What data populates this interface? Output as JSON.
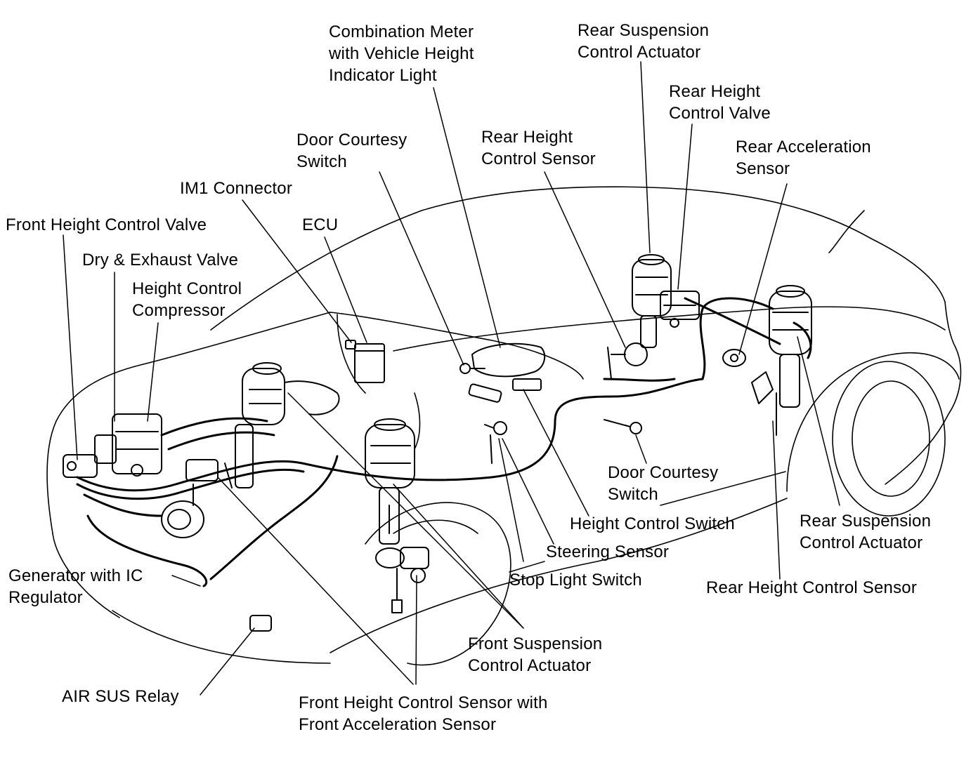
{
  "labels": {
    "combination_meter": [
      "Combination Meter",
      "with Vehicle Height",
      "Indicator Light"
    ],
    "rear_susp_actuator_top": [
      "Rear Suspension",
      "Control Actuator"
    ],
    "rear_height_valve": [
      "Rear Height",
      "Control Valve"
    ],
    "rear_accel_sensor": [
      "Rear Acceleration",
      "Sensor"
    ],
    "door_courtesy_top": [
      "Door Courtesy",
      "Switch"
    ],
    "rear_height_sensor_top": [
      "Rear Height",
      "Control Sensor"
    ],
    "im1_connector": [
      "IM1 Connector"
    ],
    "front_height_valve": [
      "Front Height Control Valve"
    ],
    "ecu": [
      "ECU"
    ],
    "dry_exhaust_valve": [
      "Dry & Exhaust Valve"
    ],
    "height_compressor": [
      "Height Control",
      "Compressor"
    ],
    "door_courtesy_right": [
      "Door Courtesy",
      "Switch"
    ],
    "height_control_switch": [
      "Height Control Switch"
    ],
    "rear_susp_actuator_bottom": [
      "Rear Suspension",
      "Control Actuator"
    ],
    "steering_sensor": [
      "Steering Sensor"
    ],
    "stop_light_switch": [
      "Stop Light Switch"
    ],
    "rear_height_sensor_bottom": [
      "Rear Height Control Sensor"
    ],
    "generator": [
      "Generator with IC",
      "Regulator"
    ],
    "front_susp_actuator": [
      "Front Suspension",
      "Control Actuator"
    ],
    "air_sus_relay": [
      "AIR SUS Relay"
    ],
    "front_height_sensor": [
      "Front Height Control Sensor with",
      "Front Acceleration Sensor"
    ]
  },
  "colors": {
    "ink": "#000000",
    "paper": "#ffffff"
  }
}
